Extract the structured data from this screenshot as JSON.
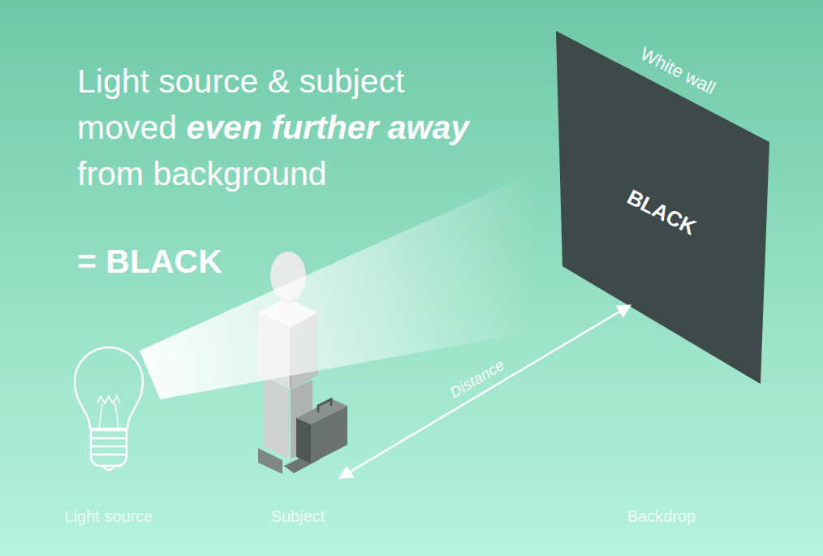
{
  "diagram": {
    "nodes": [
      {
        "text": [
          "Light source"
        ]
      },
      {
        "text": [
          "Subject"
        ]
      },
      {
        "text": [
          "White wall",
          "BLACK",
          "Backdrop"
        ]
      }
    ],
    "edges": [
      {
        "from": 1,
        "to": 2,
        "arrow": "both",
        "label": "Distance"
      }
    ],
    "labels": [
      "Light source & subject moved",
      "even further away",
      "from background",
      "= BLACK"
    ]
  }
}
